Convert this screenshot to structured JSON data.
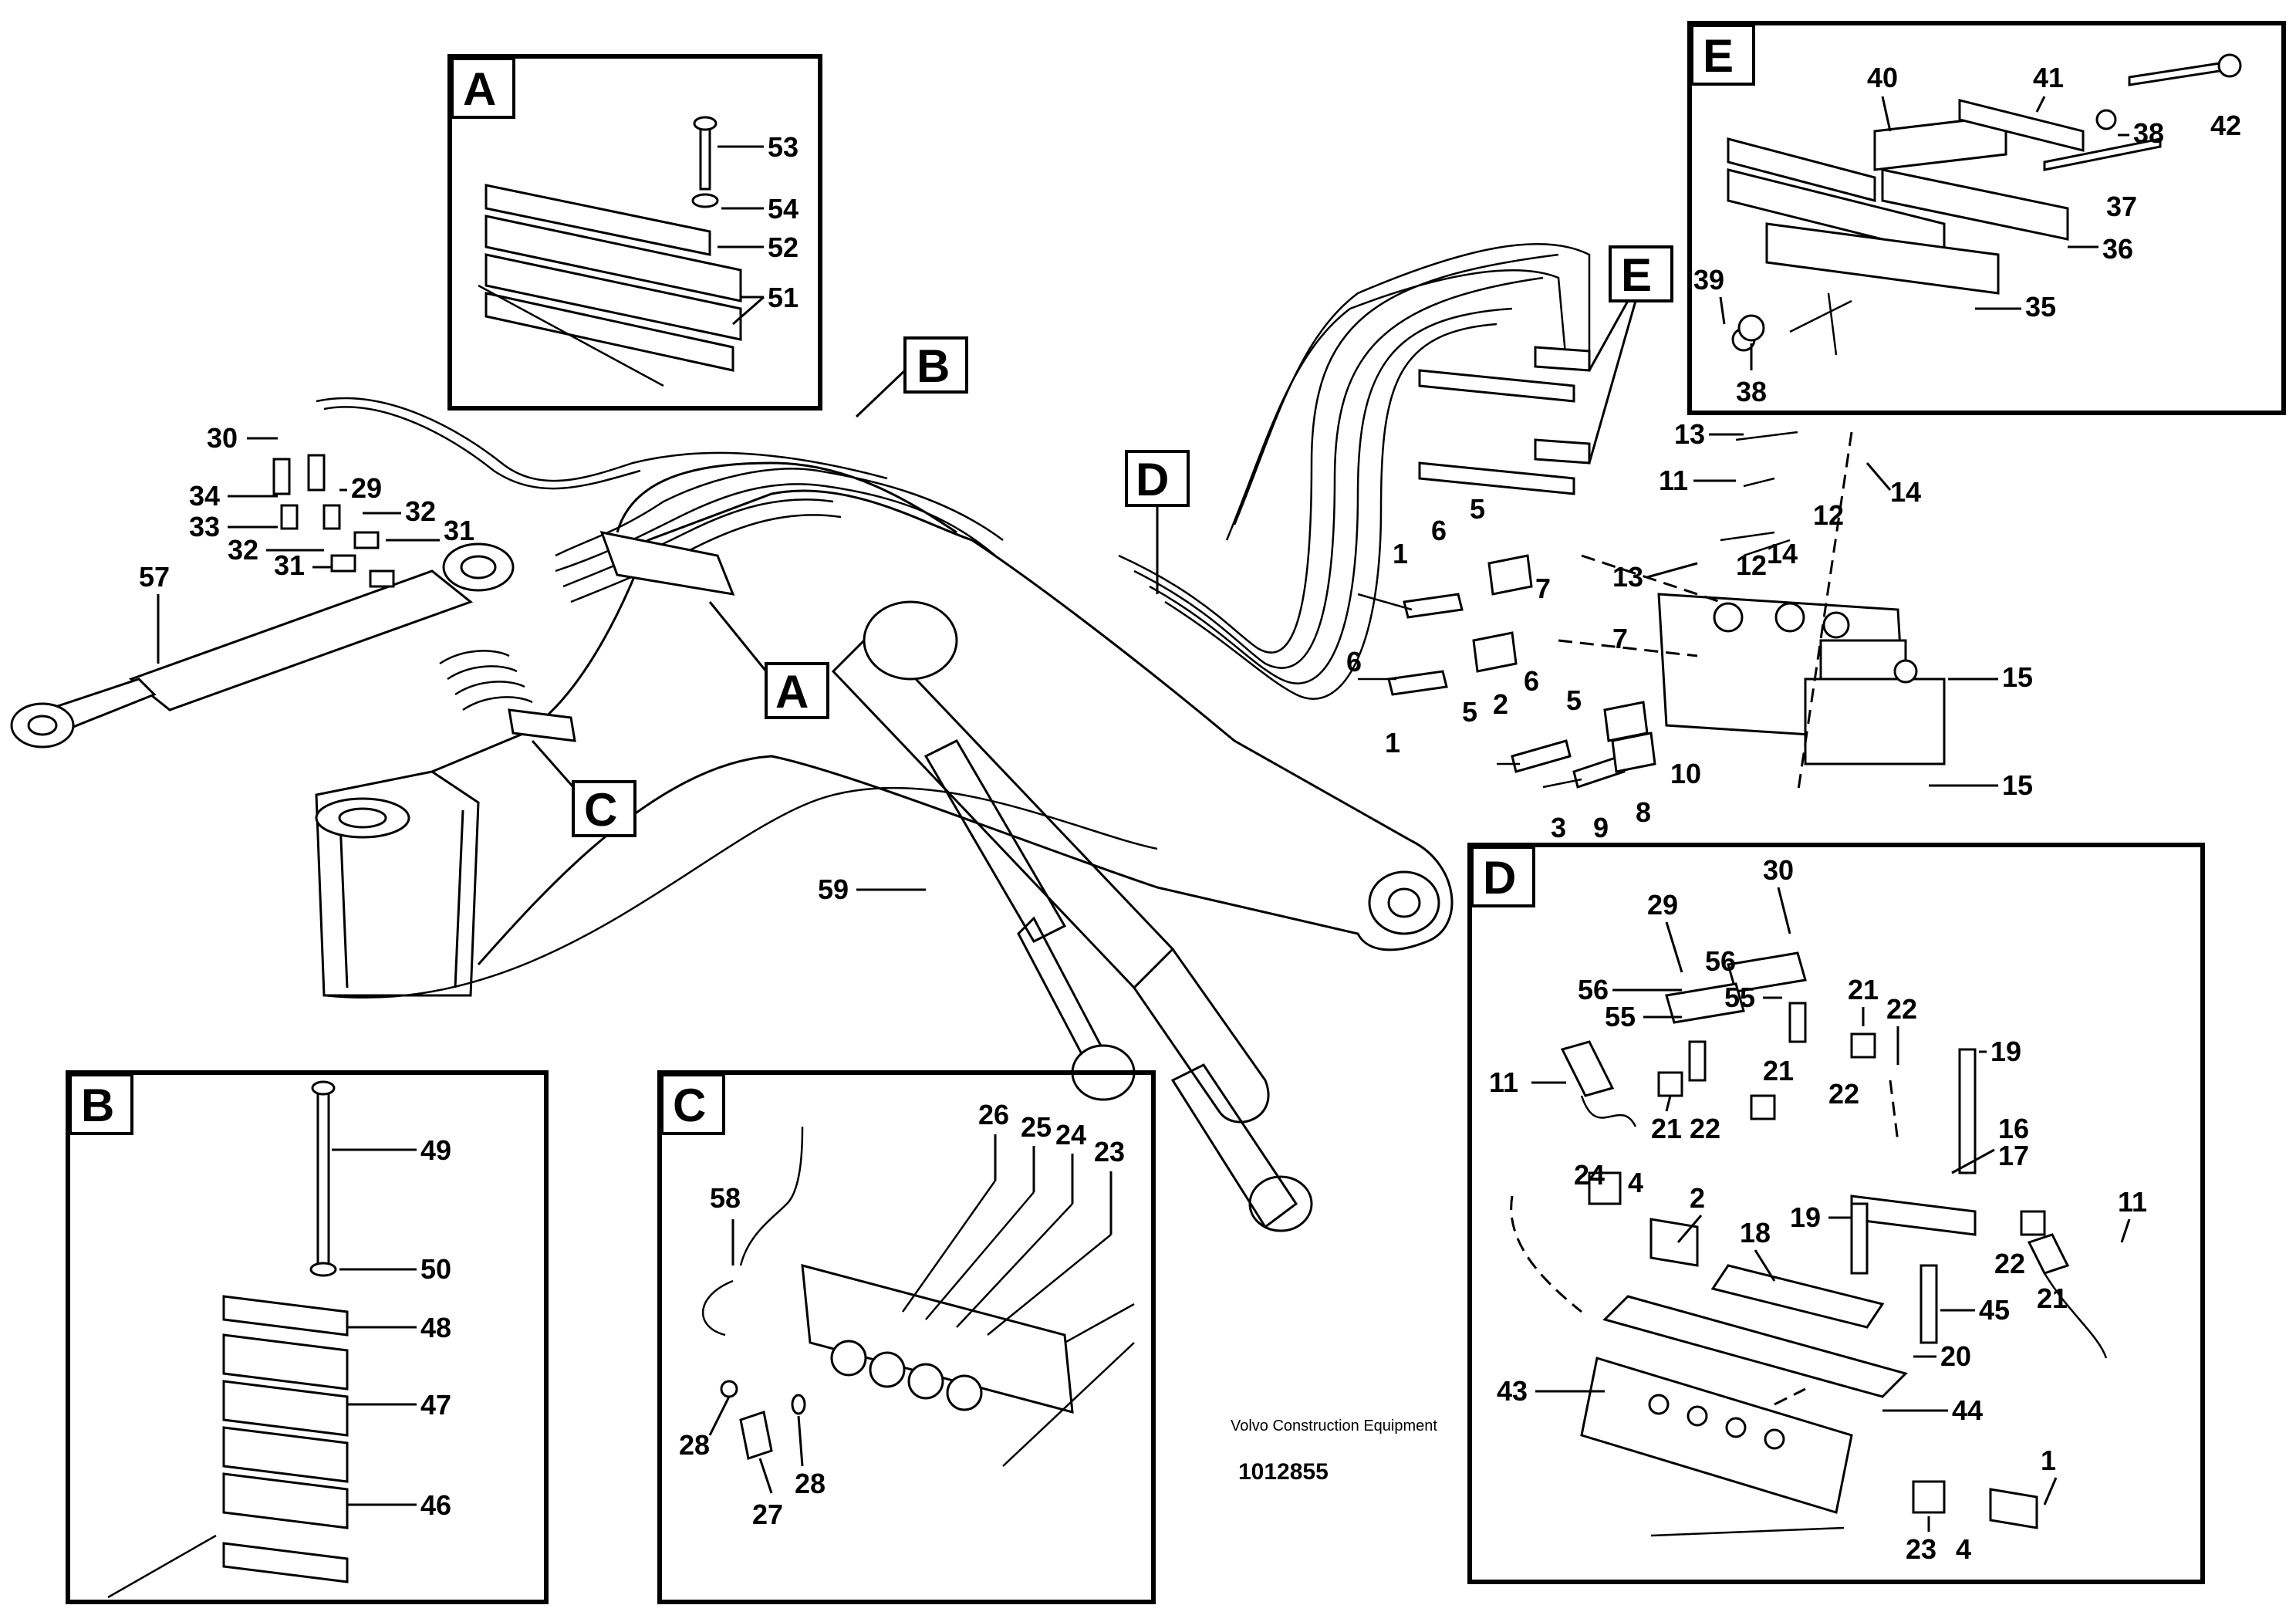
{
  "title": "Volvo Construction Equipment",
  "document_number": "1012855",
  "insets": [
    {
      "letter": "A",
      "callouts": [
        "53",
        "54",
        "52",
        "51"
      ]
    },
    {
      "letter": "B",
      "callouts": [
        "49",
        "50",
        "48",
        "47",
        "46"
      ]
    },
    {
      "letter": "C",
      "callouts": [
        "26",
        "25",
        "24",
        "23",
        "58",
        "28",
        "27",
        "28"
      ]
    },
    {
      "letter": "D",
      "callouts": [
        "30",
        "29",
        "56",
        "56",
        "55",
        "55",
        "21",
        "22",
        "21",
        "22",
        "21",
        "22",
        "19",
        "11",
        "24",
        "4",
        "2",
        "16",
        "17",
        "19",
        "18",
        "45",
        "20",
        "22",
        "21",
        "11",
        "43",
        "44",
        "1",
        "23",
        "4"
      ]
    },
    {
      "letter": "E",
      "callouts": [
        "40",
        "41",
        "42",
        "38",
        "37",
        "36",
        "39",
        "35",
        "38"
      ]
    }
  ],
  "main_tags": [
    "A",
    "B",
    "C",
    "D",
    "E"
  ],
  "main_callouts": [
    "30",
    "34",
    "29",
    "33",
    "32",
    "32",
    "31",
    "31",
    "57",
    "59",
    "13",
    "11",
    "14",
    "12",
    "12",
    "14",
    "13",
    "5",
    "6",
    "1",
    "7",
    "6",
    "6",
    "5",
    "7",
    "2",
    "5",
    "15",
    "15",
    "1",
    "10",
    "3",
    "9",
    "8"
  ]
}
